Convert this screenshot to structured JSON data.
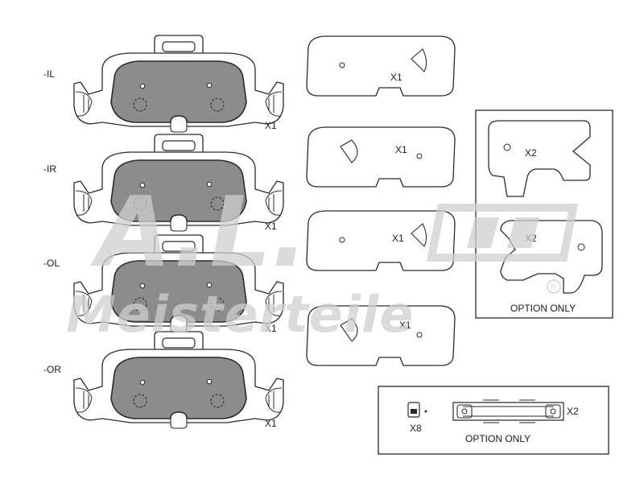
{
  "pads": [
    {
      "position": "-IL",
      "qty": "X1"
    },
    {
      "position": "-IR",
      "qty": "X1"
    },
    {
      "position": "-OL",
      "qty": "X1"
    },
    {
      "position": "-OR",
      "qty": "X1"
    }
  ],
  "shims": [
    {
      "qty": "X1"
    },
    {
      "qty": "X1"
    },
    {
      "qty": "X1"
    },
    {
      "qty": "X1"
    }
  ],
  "option_box_1": {
    "items": [
      {
        "qty": "X2"
      },
      {
        "qty": "X2"
      }
    ],
    "caption": "OPTION ONLY"
  },
  "option_box_2": {
    "clip_qty": "X8",
    "spring_qty": "X2",
    "caption": "OPTION ONLY"
  },
  "watermark": {
    "logo_text": "A.L.",
    "brand": "Meisterteile",
    "registered_mark": "R"
  },
  "colors": {
    "pad_fill": "#8c8c8c",
    "line": "#2a2a2a",
    "watermark": "#cfcfcf"
  }
}
